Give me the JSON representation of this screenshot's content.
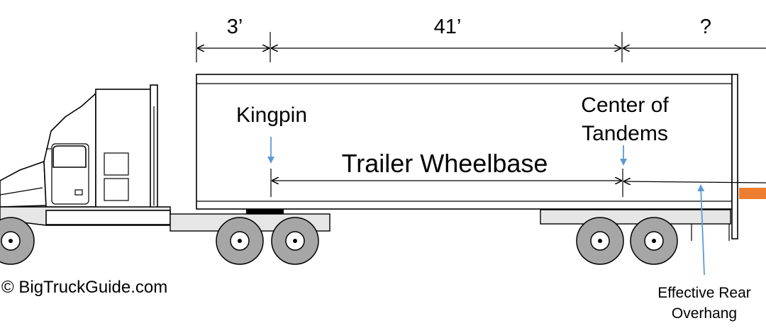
{
  "dimensions": {
    "kingpin_offset": "3’",
    "wheelbase_length": "41’",
    "rear_overhang": "?"
  },
  "labels": {
    "kingpin": "Kingpin",
    "center_of_tandems_line1": "Center of",
    "center_of_tandems_line2": "Tandems",
    "trailer_wheelbase": "Trailer Wheelbase",
    "effective_rear_overhang_line1": "Effective Rear",
    "effective_rear_overhang_line2": "Overhang"
  },
  "credit": "© BigTruckGuide.com",
  "colors": {
    "callout_arrow": "#5b9bd5",
    "tail_light": "#ed7d31",
    "frame_gray": "#e6e6e6",
    "wheel_gray": "#a6a6a6"
  }
}
